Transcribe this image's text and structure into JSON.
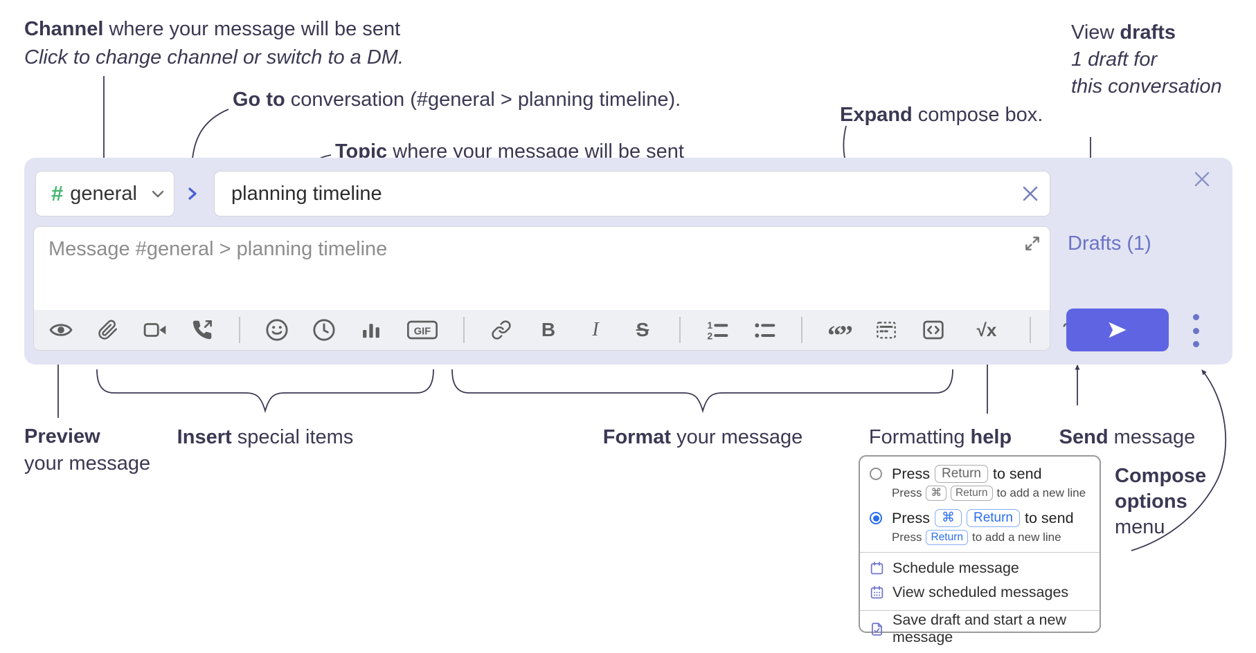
{
  "annotations": {
    "channel": {
      "bold": "Channel",
      "rest": " where your message will be sent",
      "line2": "Click to change channel or switch to a DM."
    },
    "goto": {
      "bold": "Go to",
      "rest": " conversation (#general > planning timeline)."
    },
    "topic": {
      "bold": "Topic",
      "rest": " where your message will be sent"
    },
    "expand": {
      "bold": "Expand",
      "rest": " compose box."
    },
    "drafts": {
      "pre": "View ",
      "bold": "drafts",
      "line2": "1 draft for",
      "line3": "this conversation"
    },
    "preview": {
      "bold": "Preview",
      "line2": "your message"
    },
    "insert": {
      "bold": "Insert",
      "rest": " special items"
    },
    "format": {
      "bold": "Format",
      "rest": " your message"
    },
    "help": {
      "pre": "Formatting ",
      "bold": "help"
    },
    "send": {
      "bold": "Send",
      "rest": " message"
    },
    "compose_options": {
      "line1": "Compose",
      "line2": "options",
      "line3": "menu"
    }
  },
  "compose": {
    "channel_hash": "#",
    "channel_name": "general",
    "topic_value": "planning timeline",
    "message_placeholder": "Message #general > planning timeline",
    "drafts_label": "Drafts (1)",
    "toolbar": {
      "gif": "GIF",
      "bold": "B",
      "italic": "I",
      "strike": "S",
      "quote": "“”",
      "math": "√x",
      "help": "?",
      "ol_1": "1",
      "ol_2": "2"
    }
  },
  "popup": {
    "option1": {
      "selected": false,
      "press": "Press",
      "key1": "Return",
      "suffix": "to send",
      "sub_press": "Press",
      "sub_key1": "⌘",
      "sub_key2": "Return",
      "sub_suffix": "to add a new line"
    },
    "option2": {
      "selected": true,
      "press": "Press",
      "key1": "⌘",
      "key2": "Return",
      "suffix": "to send",
      "sub_press": "Press",
      "sub_key1": "Return",
      "sub_suffix": "to add a new line"
    },
    "items": [
      {
        "label": "Schedule message"
      },
      {
        "label": "View scheduled messages"
      },
      {
        "label": "Save draft and start a new message"
      }
    ]
  },
  "colors": {
    "compose_bg": "#e2e4f3",
    "accent_send": "#5f64e3",
    "drafts_link": "#6b74c4",
    "hash_green": "#47b56f",
    "radio_blue": "#2a6df0",
    "kbd_blue": "#84acf7",
    "menu_icon_purple": "#6f74cc",
    "toolbar_icon": "#5e5e5e",
    "annotation_ink": "#3b3853"
  }
}
